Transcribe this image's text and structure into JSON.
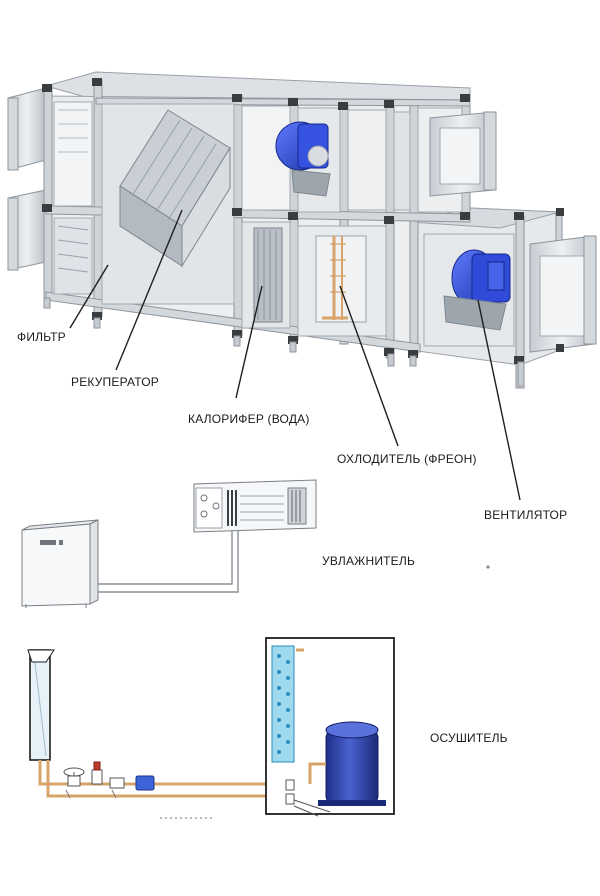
{
  "labels": {
    "filter": "ФИЛЬТР",
    "recuperator": "РЕКУПЕРАТОР",
    "heater": "КАЛОРИФЕР (ВОДА)",
    "cooler": "ОХЛОДИТЕЛЬ (ФРЕОН)",
    "fan": "ВЕНТИЛЯТОР",
    "humidifier": "УВЛАЖНИТЕЛЬ",
    "dehumidifier": "ОСУШИТЕЛЬ"
  },
  "colors": {
    "frame": "#c9cdd1",
    "frame_dark": "#8f959b",
    "panel": "#e7e9eb",
    "fan_blue": "#2b4fd6",
    "copper": "#d9a46a",
    "coil_blue": "#9fd9f0",
    "compressor": "#2f45a8"
  }
}
